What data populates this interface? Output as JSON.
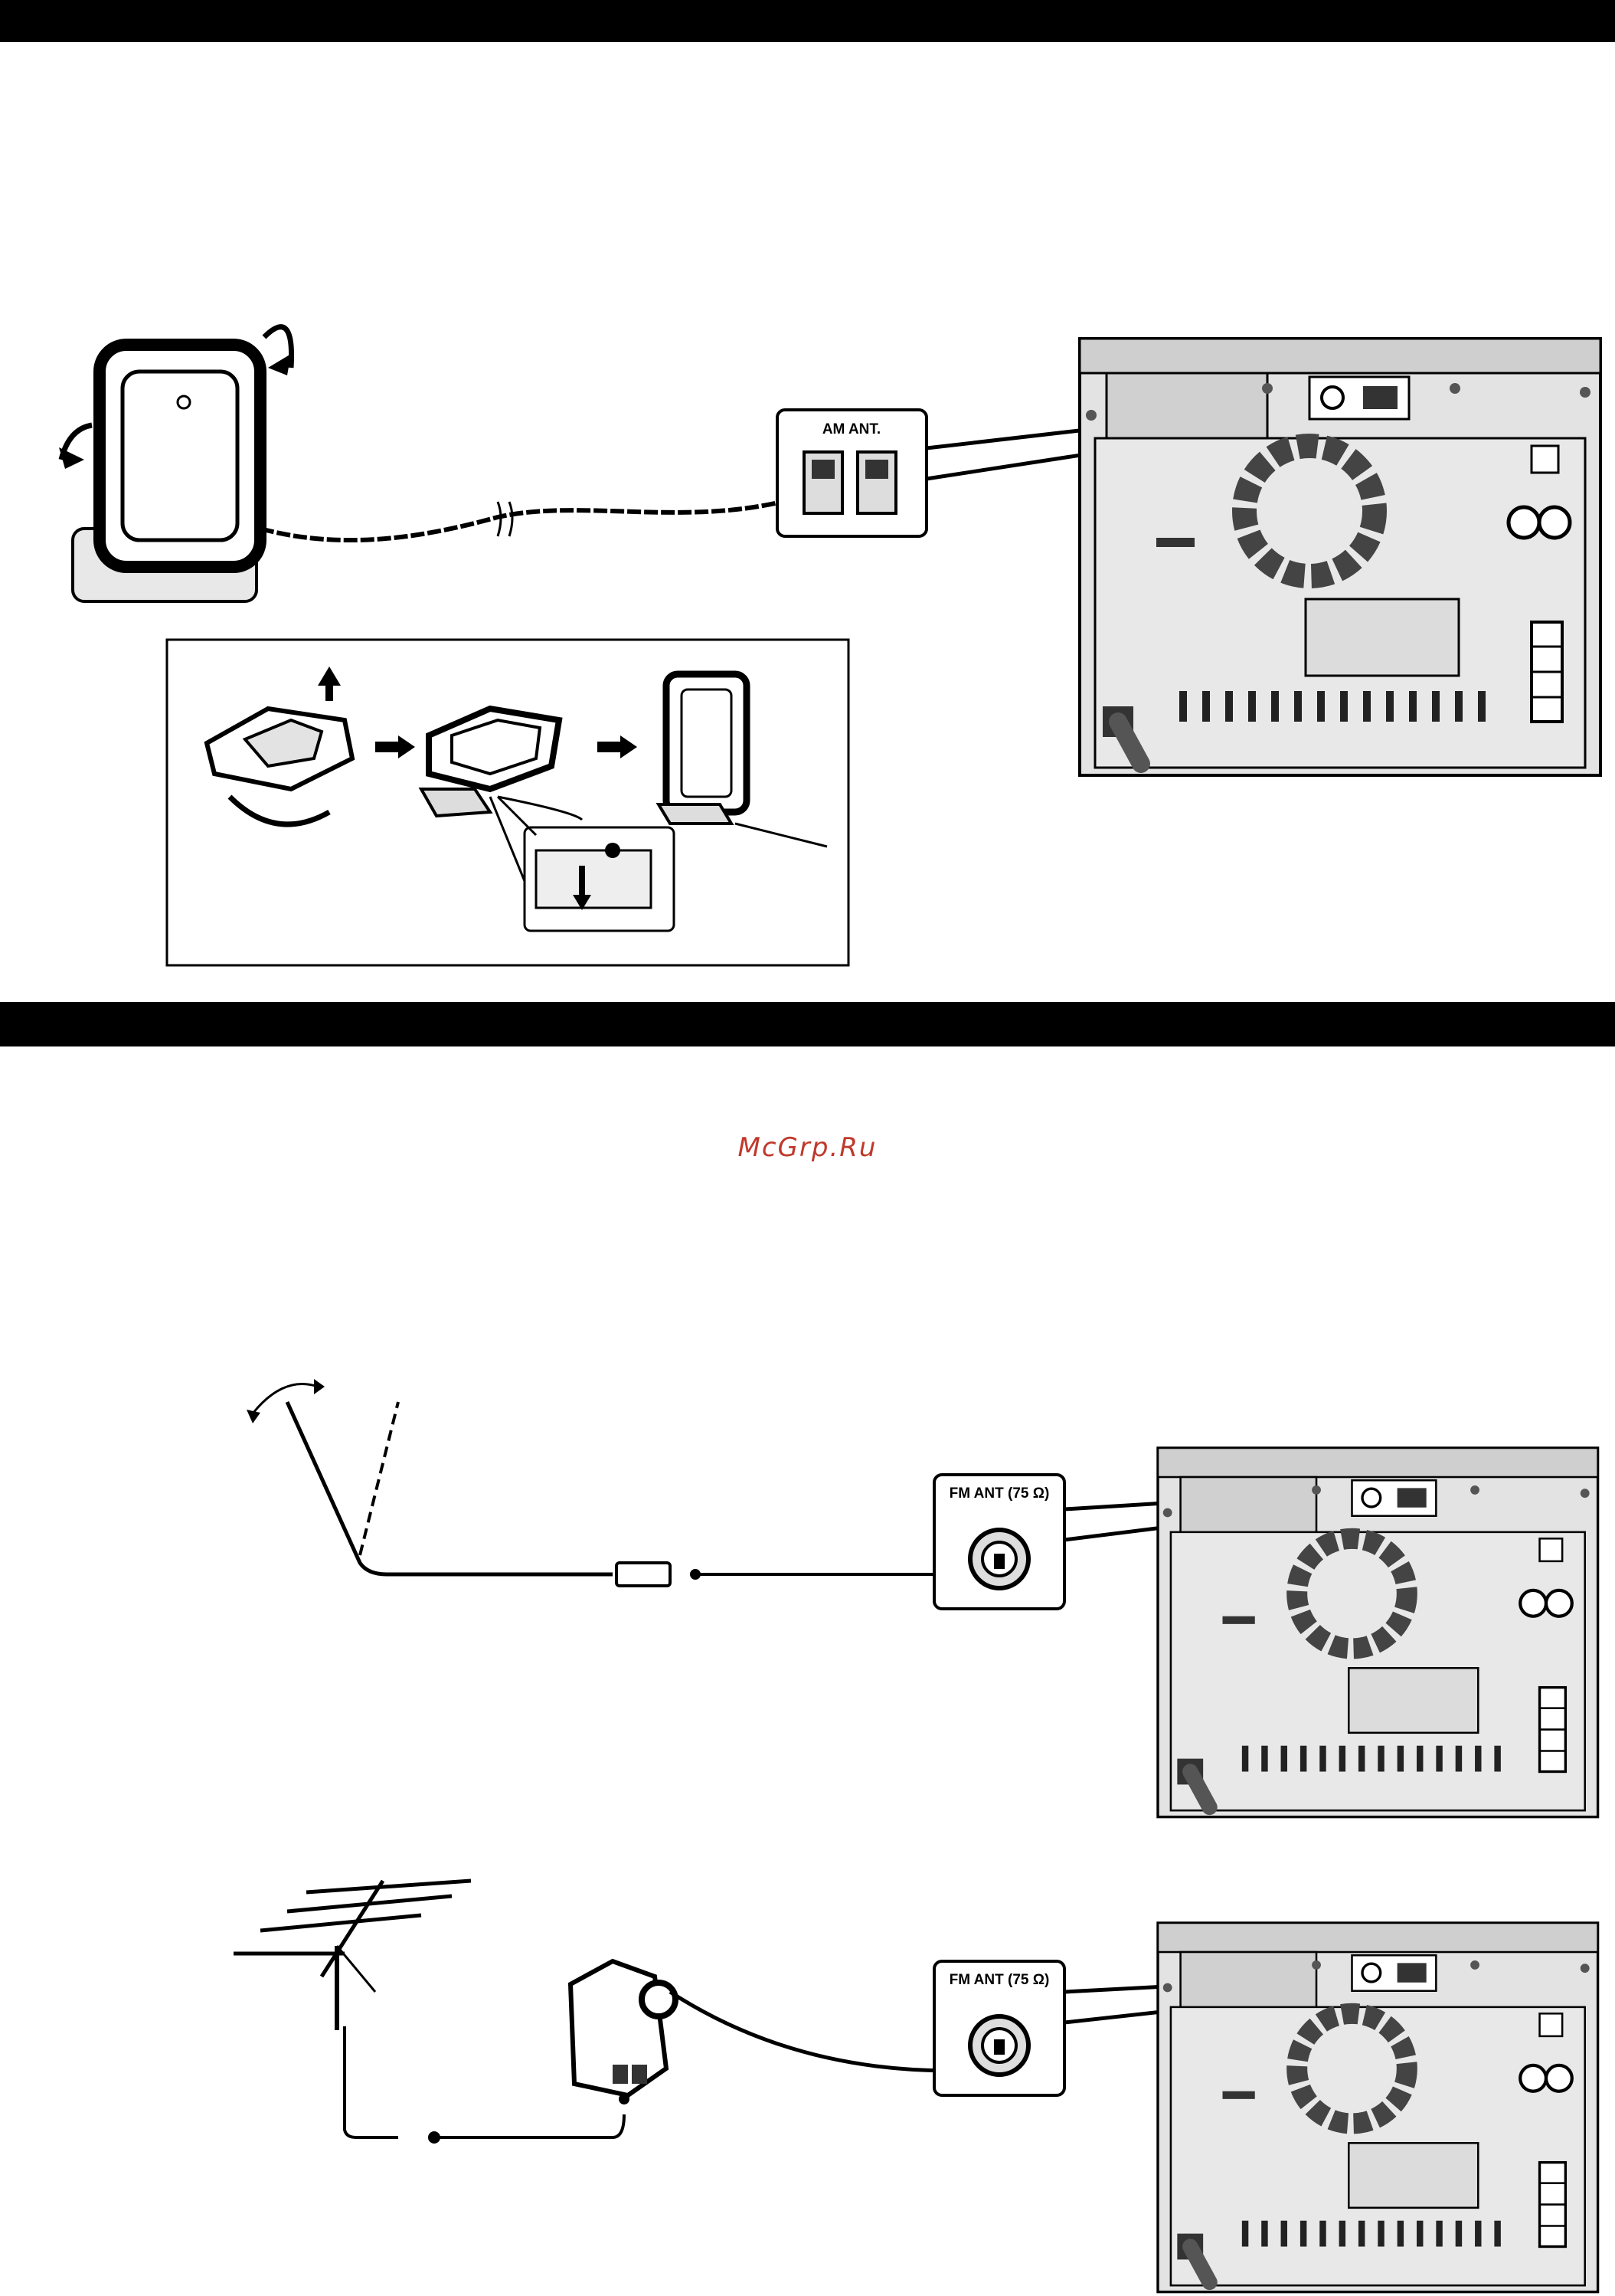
{
  "watermark": {
    "text": "McGrp.Ru",
    "color": "#c0392b"
  },
  "labels": {
    "am_terminal": "AM ANT.",
    "fm_terminal_1": "FM ANT (75 Ω)",
    "fm_terminal_2": "FM ANT (75 Ω)"
  },
  "colors": {
    "band": "#000000",
    "panel": "#d9d9d9",
    "panel_dark": "#555555",
    "line": "#000000"
  }
}
